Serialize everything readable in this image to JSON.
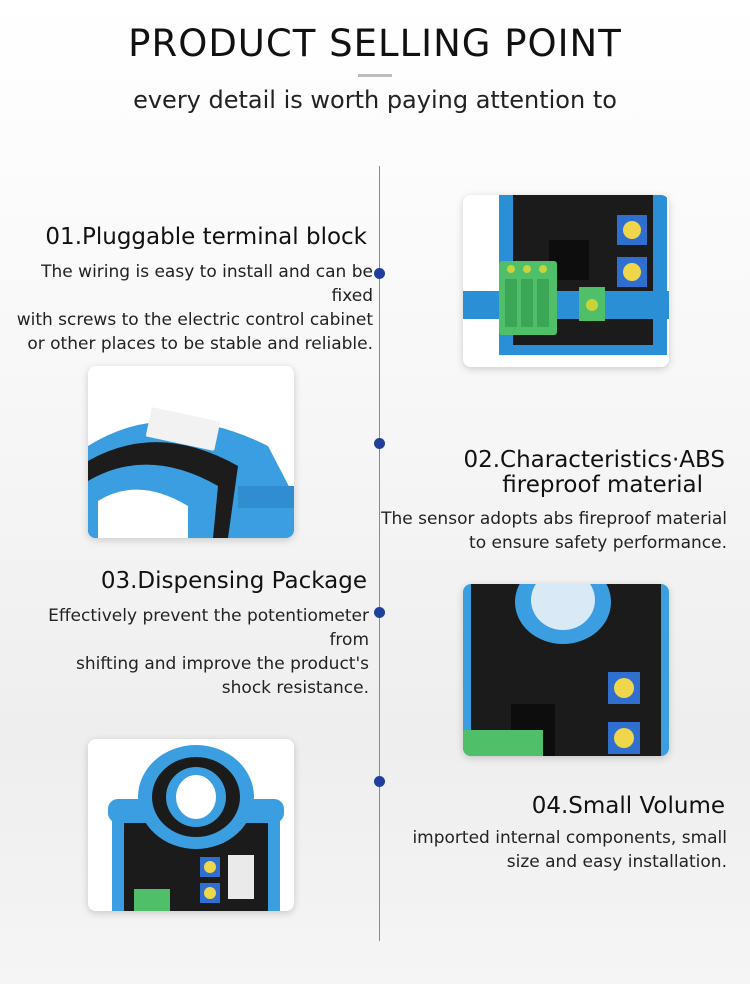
{
  "header": {
    "title": "PRODUCT SELLING POINT",
    "subtitle": "every detail is worth paying attention to"
  },
  "features": [
    {
      "title": "01.Pluggable terminal block",
      "desc_lines": [
        "The wiring is easy to install and can be fixed",
        "with screws to the electric control cabinet",
        "or other places to be stable and reliable."
      ]
    },
    {
      "title_lines": [
        "02.Characteristics·ABS",
        "fireproof material"
      ],
      "desc_lines": [
        "The sensor adopts abs fireproof material",
        "to ensure safety performance."
      ]
    },
    {
      "title": "03.Dispensing Package",
      "desc_lines": [
        "Effectively prevent the potentiometer from",
        "shifting and improve the product's",
        "shock resistance."
      ]
    },
    {
      "title": "04.Small Volume",
      "desc_lines": [
        "imported internal components, small",
        "size and easy installation."
      ]
    }
  ],
  "colors": {
    "timeline_dot": "#1f3f9a",
    "sensor_blue": "#3a9ee0",
    "terminal_green": "#4fbf6a"
  },
  "images": [
    {
      "depicts": "terminal-block-closeup"
    },
    {
      "depicts": "abs-housing-closeup"
    },
    {
      "depicts": "potentiometer-closeup"
    },
    {
      "depicts": "full-sensor-front"
    }
  ]
}
